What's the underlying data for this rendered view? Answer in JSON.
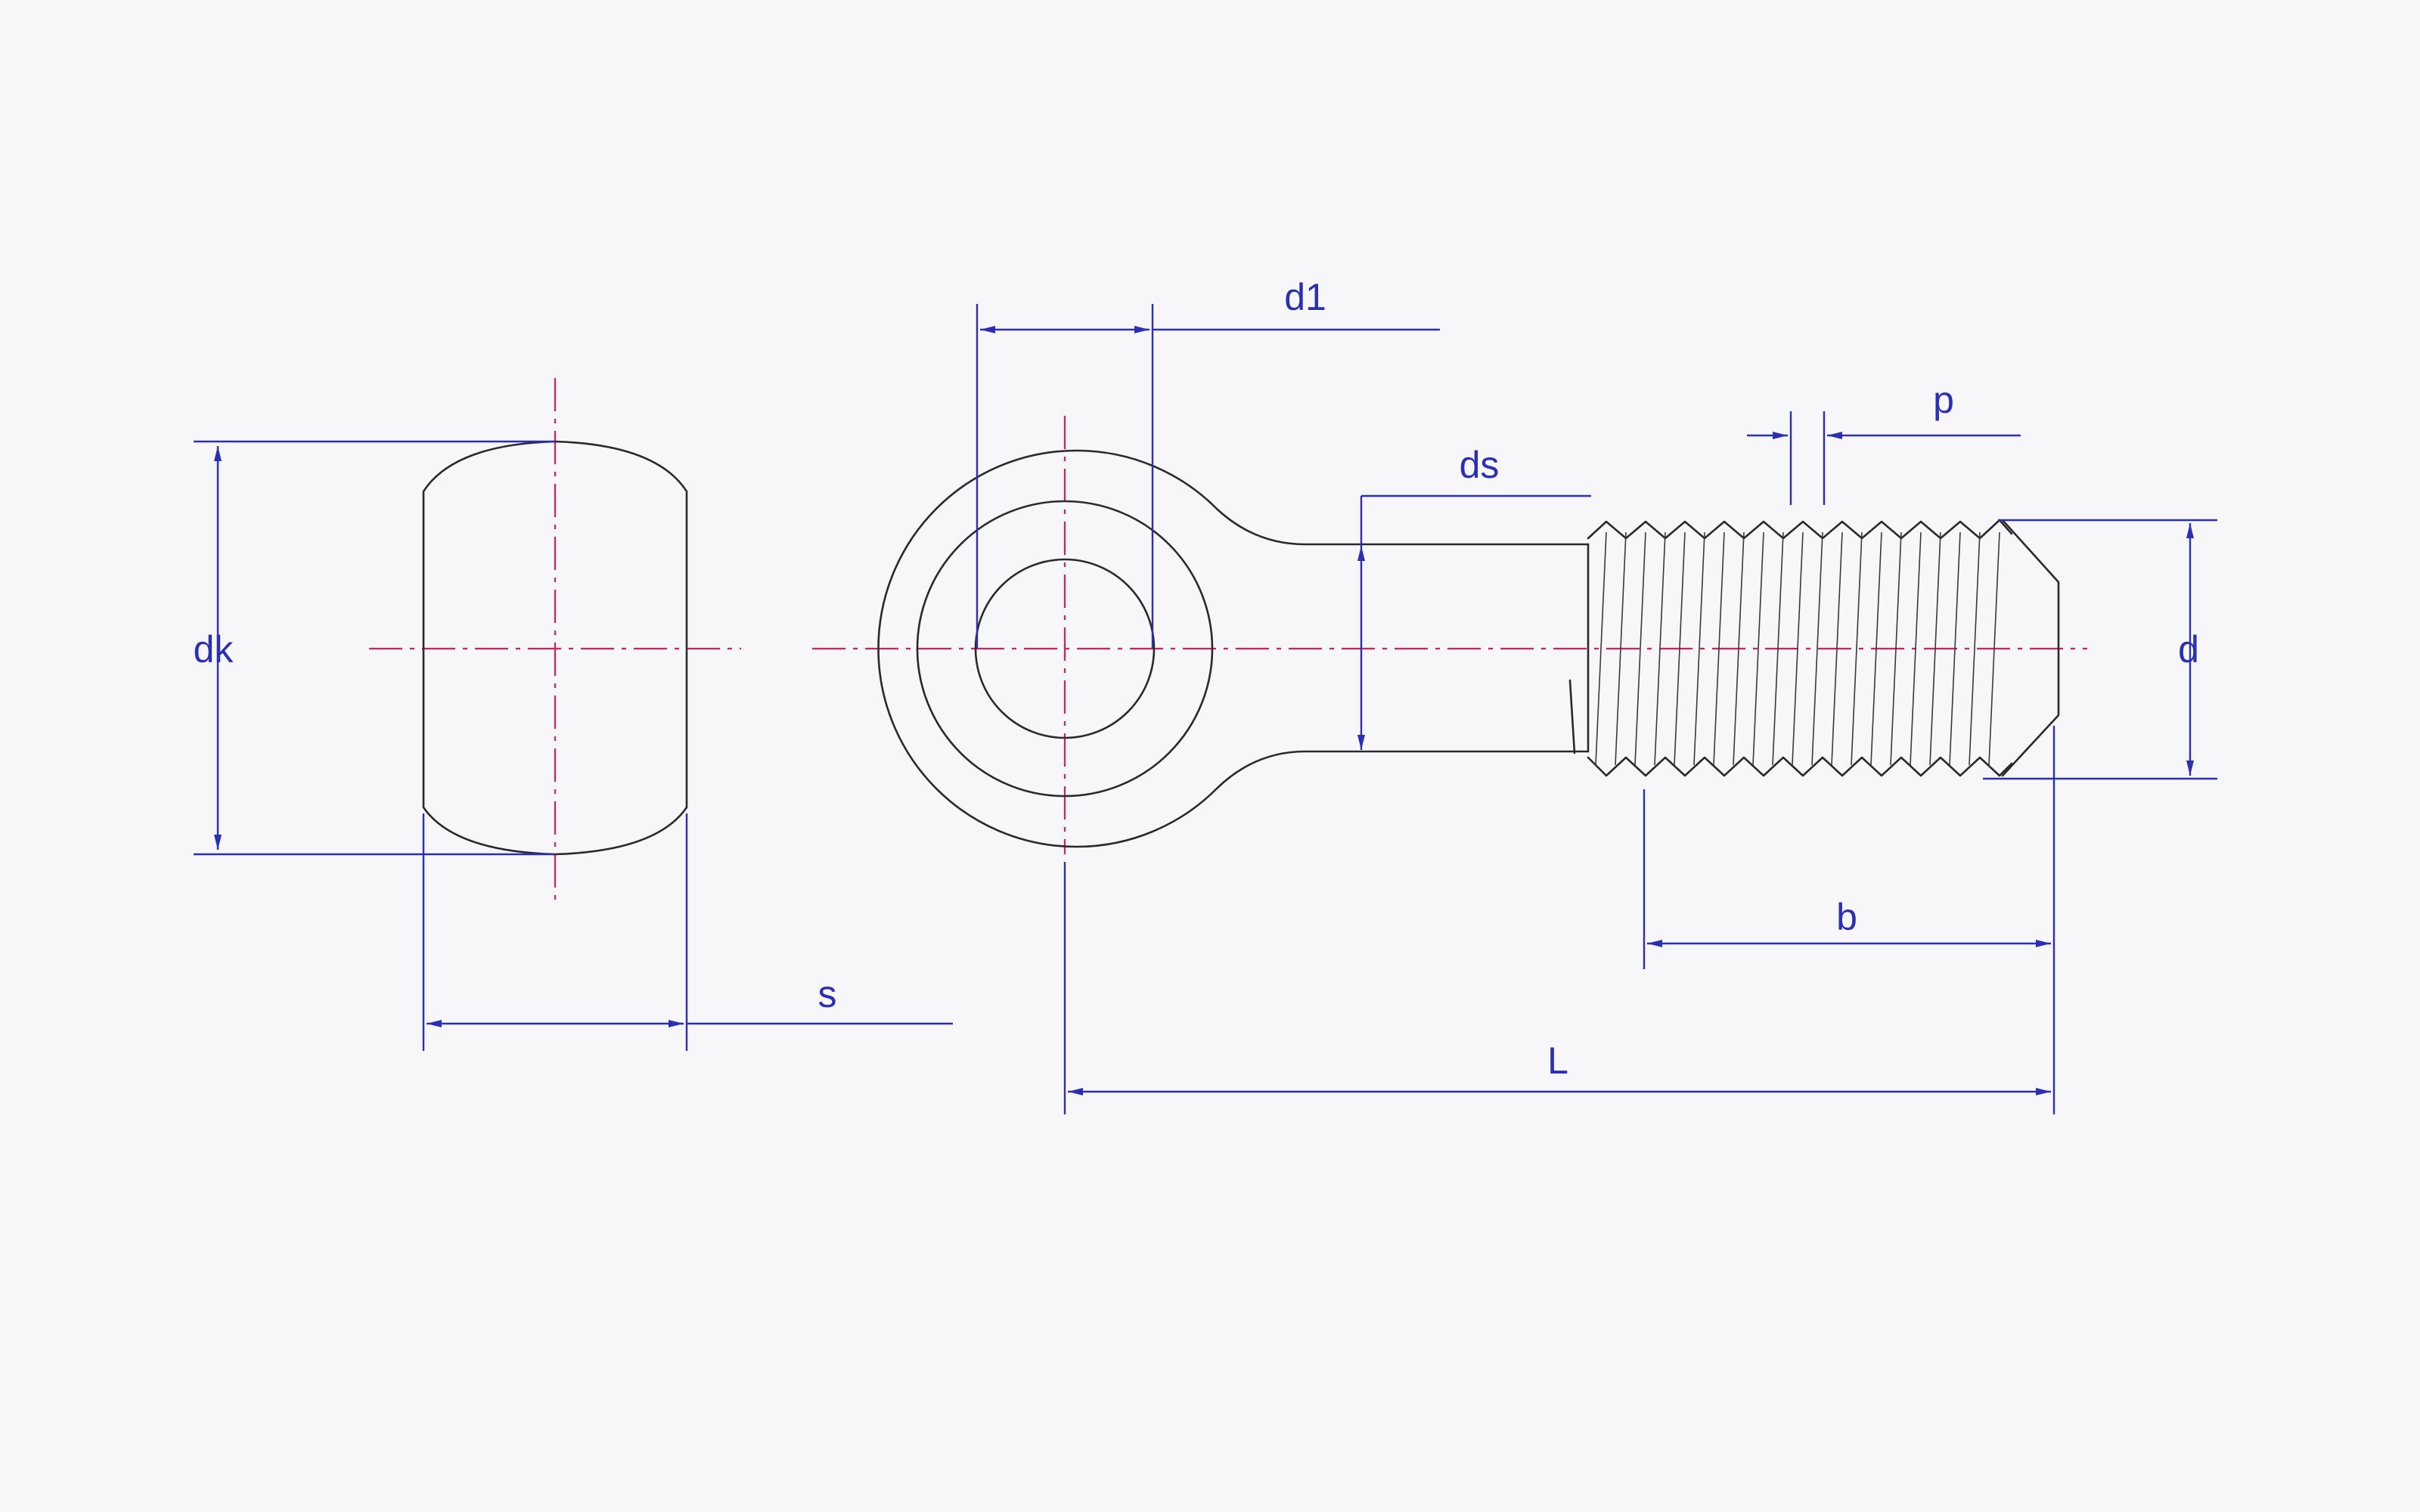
{
  "colors": {
    "dimension": "#2b2fb5",
    "centerline": "#d61f5c",
    "outline": "#2a2a2a",
    "background": "#f7f7f9"
  },
  "labels": {
    "dk": "dk",
    "s": "s",
    "d1": "d1",
    "ds": "ds",
    "p": "p",
    "d": "d",
    "b": "b",
    "L": "L"
  }
}
